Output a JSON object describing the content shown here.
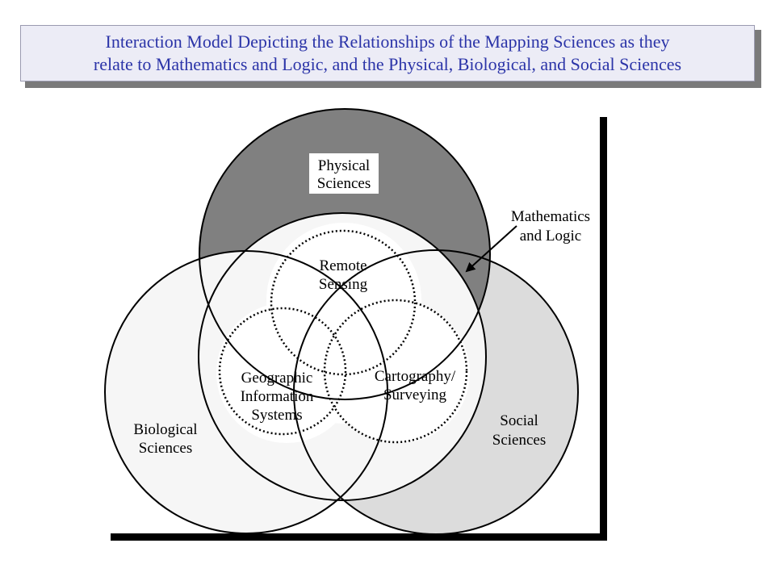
{
  "title": {
    "line1": "Interaction Model Depicting the Relationships of the Mapping Sciences as they",
    "line2": "relate to Mathematics and Logic, and the Physical, Biological, and Social Sciences"
  },
  "labels": {
    "physical": [
      "Physical",
      "Sciences"
    ],
    "biological": [
      "Biological",
      "Sciences"
    ],
    "social": [
      "Social",
      "Sciences"
    ],
    "math": [
      "Mathematics",
      "and Logic"
    ],
    "remote": [
      "Remote",
      "Sensing"
    ],
    "gis": [
      "Geographic",
      "Information",
      "Systems"
    ],
    "carto": [
      "Cartography/",
      "Surveying"
    ]
  },
  "colors": {
    "title_text": "#2b34a8",
    "title_bg": "#ececf6",
    "physical_fill": "#808080",
    "social_fill": "#dcdcdc",
    "biological_fill": "#f6f6f6",
    "frame": "#000000"
  }
}
